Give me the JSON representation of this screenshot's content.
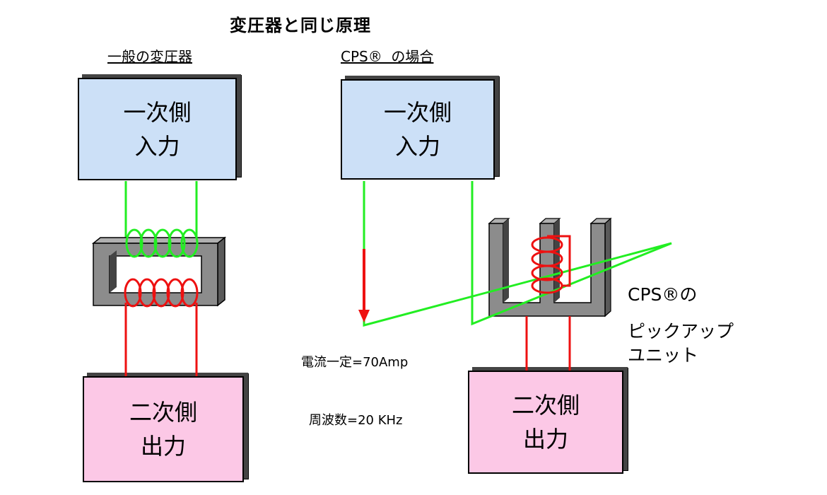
{
  "title": "変圧器と同じ原理",
  "left": {
    "subtitle": "一般の変圧器",
    "primary": [
      "一次側",
      "入力"
    ],
    "secondary": [
      "二次側",
      "出力"
    ]
  },
  "right": {
    "subtitle": "CPS®  の場合",
    "primary": [
      "一次側",
      "入力"
    ],
    "secondary": [
      "二次側",
      "出力"
    ],
    "pickup_label": [
      "CPS®の",
      "ピックアップ",
      "ユニット"
    ]
  },
  "notes": {
    "current": "電流一定=70Amp",
    "frequency": "周波数=20 KHz"
  },
  "colors": {
    "primary_box": "#cce0f7",
    "secondary_box": "#fcc8e6",
    "primary_wire": "#22ee22",
    "secondary_wire": "#ee1111",
    "core": "#8c8c8c"
  }
}
